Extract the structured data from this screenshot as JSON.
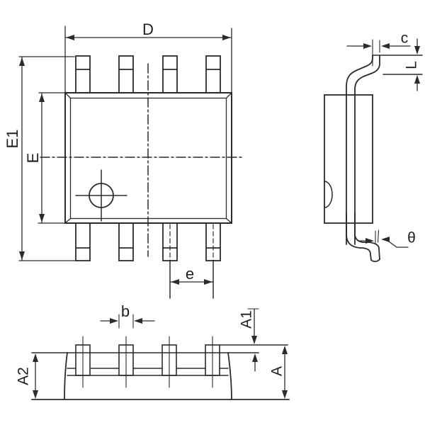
{
  "figure": {
    "type": "mechanical-dimension-drawing",
    "subject": "SOIC-8 IC package outline with dimension callouts",
    "background_color": "#ffffff",
    "line_color": "#2b2b2b"
  },
  "views": {
    "top_view": {
      "name": "package top view",
      "features": [
        "body outline with chamfer inner line",
        "4 leads top edge",
        "4 leads bottom edge",
        "pin-1 index circle",
        "center lines"
      ],
      "dimension_labels": [
        "D",
        "E1",
        "E",
        "e"
      ]
    },
    "side_view": {
      "name": "package end/side view",
      "features": [
        "body profile",
        "gull-wing lead top",
        "gull-wing lead bottom",
        "edge notch"
      ],
      "dimension_labels": [
        "c",
        "L",
        "θ"
      ]
    },
    "front_view": {
      "name": "package front elevation",
      "features": [
        "body outline",
        "4 leads",
        "lead centerlines",
        "seating plane lines"
      ],
      "dimension_labels": [
        "b",
        "A1",
        "A2",
        "A"
      ]
    }
  },
  "labels": {
    "D": "D",
    "E1": "E1",
    "E": "E",
    "e": "e",
    "c": "c",
    "L": "L",
    "theta": "θ",
    "b": "b",
    "A1": "A1",
    "A2": "A2",
    "A": "A"
  }
}
